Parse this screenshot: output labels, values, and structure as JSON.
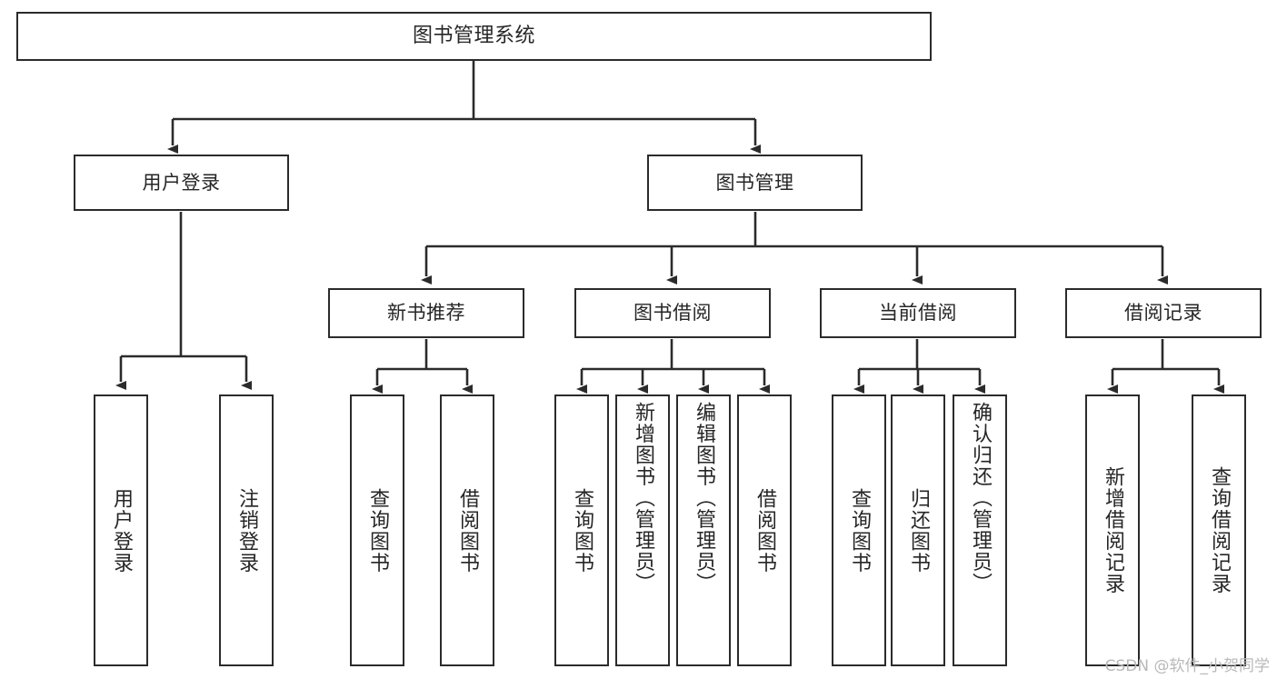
{
  "diagram": {
    "type": "tree",
    "title": "图书管理系统",
    "root": {
      "id": "root",
      "label": "图书管理系统"
    },
    "level1": [
      {
        "id": "user-login",
        "label": "用户登录"
      },
      {
        "id": "book-manage",
        "label": "图书管理"
      }
    ],
    "level2": [
      {
        "id": "new-book-recommend",
        "label": "新书推荐",
        "parent": "book-manage"
      },
      {
        "id": "book-borrow",
        "label": "图书借阅",
        "parent": "book-manage"
      },
      {
        "id": "current-borrow",
        "label": "当前借阅",
        "parent": "book-manage"
      },
      {
        "id": "borrow-record",
        "label": "借阅记录",
        "parent": "book-manage"
      }
    ],
    "leaves": [
      {
        "id": "leaf-user-login",
        "label": "用户登录",
        "parent": "user-login",
        "align": "center"
      },
      {
        "id": "leaf-logout",
        "label": "注销登录",
        "parent": "user-login",
        "align": "center"
      },
      {
        "id": "leaf-query-book-1",
        "label": "查询图书",
        "parent": "new-book-recommend",
        "align": "center"
      },
      {
        "id": "leaf-borrow-book-1",
        "label": "借阅图书",
        "parent": "new-book-recommend",
        "align": "center"
      },
      {
        "id": "leaf-query-book-2",
        "label": "查询图书",
        "parent": "book-borrow",
        "align": "center"
      },
      {
        "id": "leaf-add-book",
        "label": "新增图书（管理员）",
        "parent": "book-borrow",
        "align": "top"
      },
      {
        "id": "leaf-edit-book",
        "label": "编辑图书（管理员）",
        "parent": "book-borrow",
        "align": "top"
      },
      {
        "id": "leaf-borrow-book-2",
        "label": "借阅图书",
        "parent": "book-borrow",
        "align": "center"
      },
      {
        "id": "leaf-query-book-3",
        "label": "查询图书",
        "parent": "current-borrow",
        "align": "center"
      },
      {
        "id": "leaf-return-book",
        "label": "归还图书",
        "parent": "current-borrow",
        "align": "center"
      },
      {
        "id": "leaf-confirm-return",
        "label": "确认归还（管理员）",
        "parent": "current-borrow",
        "align": "top"
      },
      {
        "id": "leaf-add-record",
        "label": "新增借阅记录",
        "parent": "borrow-record",
        "align": "center"
      },
      {
        "id": "leaf-query-record",
        "label": "查询借阅记录",
        "parent": "borrow-record",
        "align": "center"
      }
    ],
    "colors": {
      "box_border": "#2b2b2b",
      "box_fill": "#ffffff",
      "text": "#262626",
      "connector": "#2b2b2b",
      "watermark": "#b9b9b9"
    }
  },
  "watermark": {
    "text": "CSDN @软件_小贺同学"
  }
}
